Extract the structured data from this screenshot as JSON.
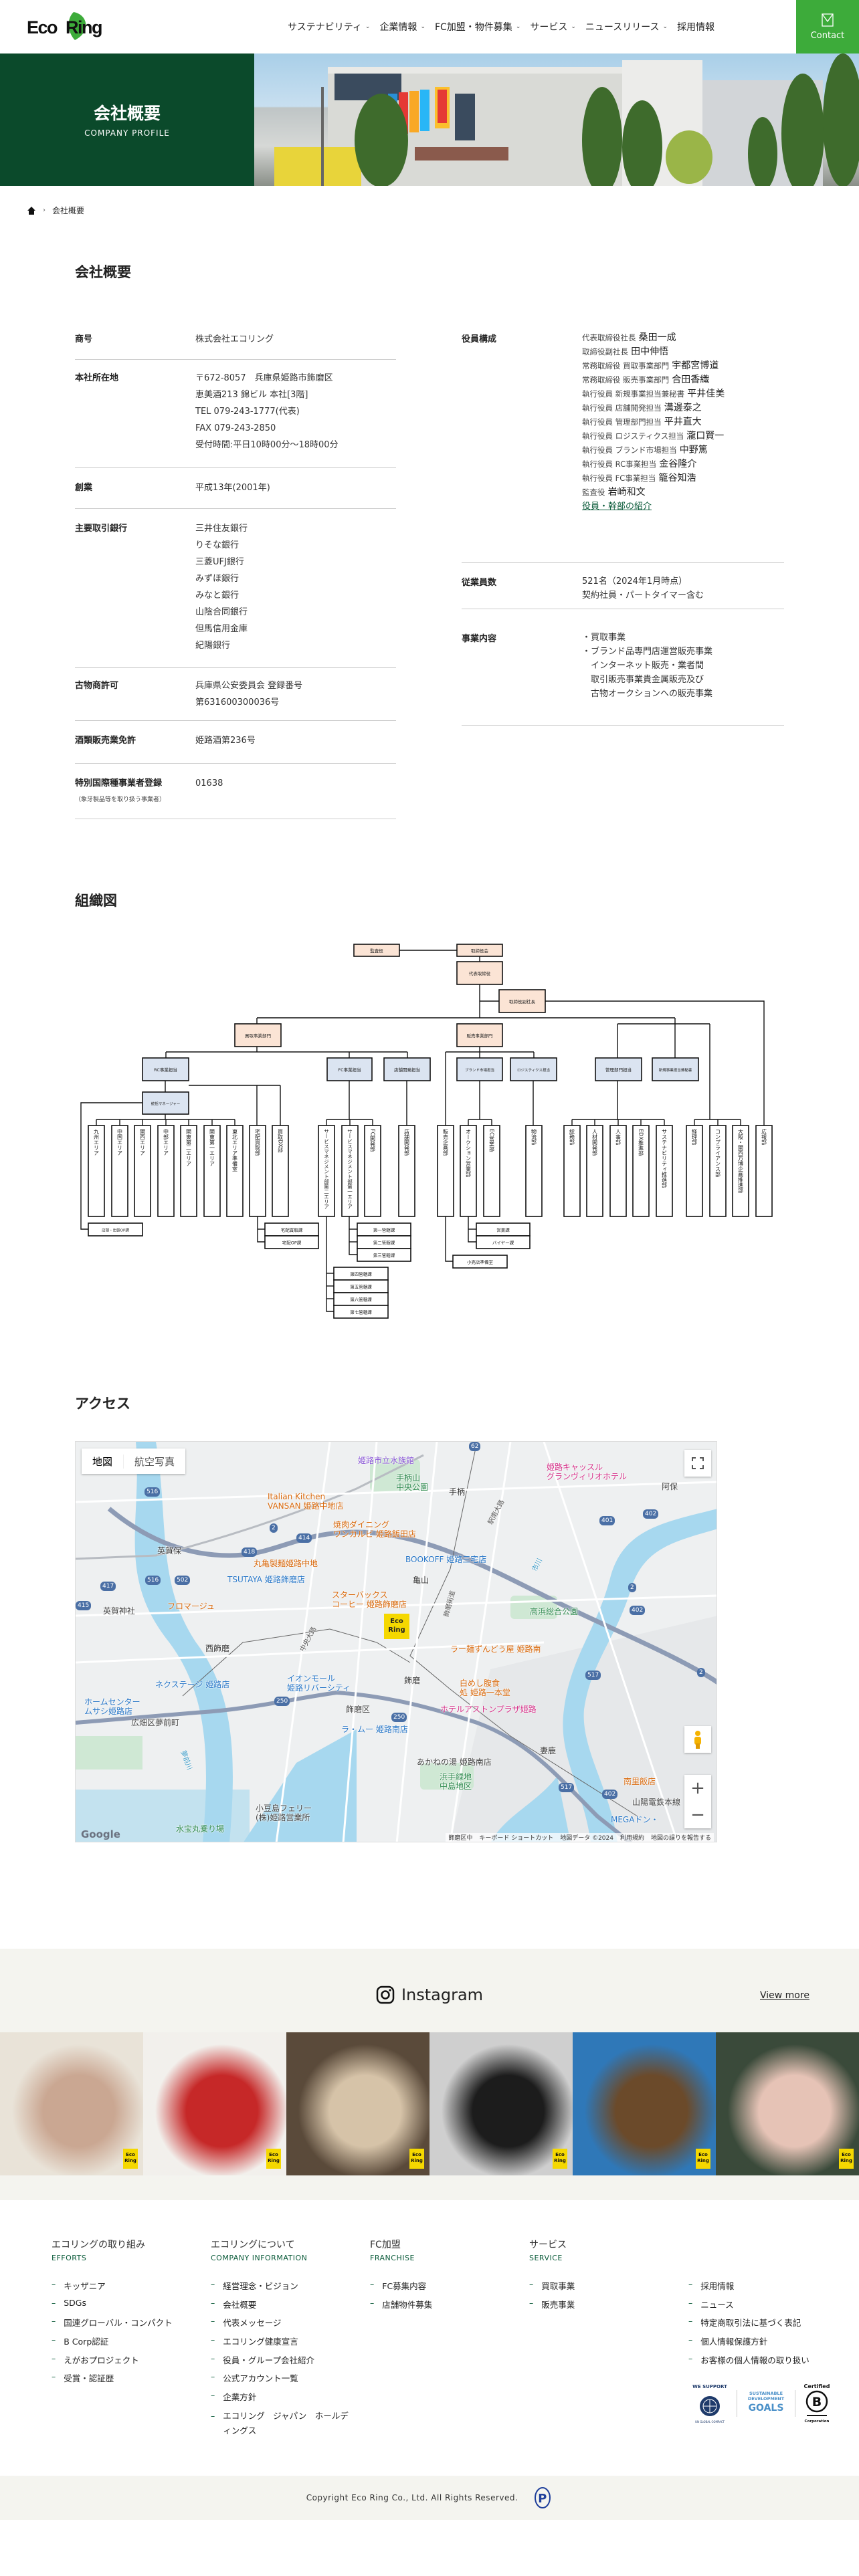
{
  "header": {
    "logo_text": "EcoRing",
    "nav": [
      {
        "label": "サステナビリティ",
        "has_dropdown": true
      },
      {
        "label": "企業情報",
        "has_dropdown": true
      },
      {
        "label": "FC加盟・物件募集",
        "has_dropdown": true
      },
      {
        "label": "サービス",
        "has_dropdown": true
      },
      {
        "label": "ニュースリリース",
        "has_dropdown": true
      },
      {
        "label": "採用情報",
        "has_dropdown": false
      }
    ],
    "contact_label": "Contact",
    "accent": "#3dab3a"
  },
  "hero": {
    "title": "会社概要",
    "subtitle": "COMPANY PROFILE",
    "panel_color": "#0b4a2b"
  },
  "breadcrumb": {
    "current": "会社概要"
  },
  "profile": {
    "title": "会社概要",
    "left_rows": [
      {
        "label": "商号",
        "lines": [
          "株式会社エコリング"
        ]
      },
      {
        "label": "本社所在地",
        "lines": [
          "〒672-8057　兵庫県姫路市飾磨区",
          "恵美酒213 錦ビル 本社[3階]",
          "TEL 079-243-1777(代表)",
          "FAX 079-243-2850",
          "受付時間:平日10時00分〜18時00分"
        ]
      },
      {
        "label": "創業",
        "lines": [
          "平成13年(2001年)"
        ]
      },
      {
        "label": "主要取引銀行",
        "lines": [
          "三井住友銀行",
          "りそな銀行",
          "三菱UFJ銀行",
          "みずほ銀行",
          "みなと銀行",
          "山陰合同銀行",
          "但馬信用金庫",
          "紀陽銀行"
        ]
      },
      {
        "label": "古物商許可",
        "lines": [
          "兵庫県公安委員会 登録番号",
          "第631600300036号"
        ]
      },
      {
        "label": "酒類販売業免許",
        "lines": [
          "姫路酒第236号"
        ]
      },
      {
        "label": "特別国際種事業者登録",
        "note": "（象牙製品等を取り扱う事業者）",
        "lines": [
          "01638"
        ]
      }
    ],
    "officers": {
      "label": "役員構成",
      "items": [
        {
          "role": "代表取締役社長",
          "name": "桑田一成"
        },
        {
          "role": "取締役副社長",
          "name": "田中伸悟"
        },
        {
          "role": "常務取締役 買取事業部門",
          "name": "宇都宮博道"
        },
        {
          "role": "常務取締役 販売事業部門",
          "name": "合田香織"
        },
        {
          "role": "執行役員 新規事業担当兼秘書",
          "name": "平井佳美"
        },
        {
          "role": "執行役員 店舗開発担当",
          "name": "溝邊泰之"
        },
        {
          "role": "執行役員 管理部門担当",
          "name": "平井直大"
        },
        {
          "role": "執行役員 ロジスティクス担当",
          "name": "瀧口賢一"
        },
        {
          "role": "執行役員 ブランド市場担当",
          "name": "中野篤"
        },
        {
          "role": "執行役員 RC事業担当",
          "name": "金谷隆介"
        },
        {
          "role": "執行役員 FC事業担当",
          "name": "籠谷知浩"
        },
        {
          "role": "監査役",
          "name": "岩崎和文"
        }
      ],
      "link": "役員・幹部の紹介"
    },
    "employees": {
      "label": "従業員数",
      "lines": [
        "521名（2024年1月時点）",
        "契約社員・パートタイマー含む"
      ]
    },
    "business": {
      "label": "事業内容",
      "lines": [
        "・買取事業",
        "・ブランド品専門店運営販売事業",
        "　インターネット販売・業者間",
        "　取引販売事業貴金属販売及び",
        "　古物オークションへの販売事業"
      ]
    }
  },
  "org": {
    "title": "組織図",
    "nodes": [
      "監査役",
      "取締役会",
      "代表取締役",
      "取締役副社長",
      "買取事業部門",
      "販売事業部門",
      "RC事業担当",
      "FC事業担当",
      "店舗開発担当",
      "ブランド市場担当",
      "ロジスティクス担当",
      "管理部門担当",
      "新規事業担当兼秘書",
      "統括マネージャー",
      "九州エリア",
      "中国エリア",
      "関西エリア",
      "中部エリア",
      "関東第二エリア",
      "関東第一エリア",
      "東北エリア準備室",
      "宅配買取部",
      "買取DX部",
      "サービスマネジメント部第二エリア",
      "サービスマネジメント部第一エリア",
      "FC開発部",
      "店舗開発部",
      "販売企画部",
      "オークション営業部",
      "EC営業部",
      "物流部",
      "総務部",
      "人材開発部",
      "人事部",
      "EDX推進部",
      "サステナビリティ推進部",
      "経理部",
      "コンプライアンス部",
      "大阪・関西万博企画推進部",
      "広報部",
      "店頭・出張OP課",
      "宅配買取課",
      "宅配OP課",
      "第一管轄課",
      "第二管轄課",
      "第三管轄課",
      "第四管轄課",
      "第五管轄課",
      "第六管轄課",
      "第七管轄課",
      "営業課",
      "バイヤー課",
      "小売店準備室"
    ],
    "colors": {
      "exec": "#fbe4d5",
      "manager": "#dbe4f1",
      "dept": "#ffffff"
    }
  },
  "access": {
    "title": "アクセス",
    "map_type": [
      "地図",
      "航空写真"
    ],
    "labels": [
      {
        "text": "姫路市立水族館",
        "kind": "poi-purple"
      },
      {
        "text": "手柄山\n中央公園",
        "kind": "park"
      },
      {
        "text": "手柄",
        "kind": "station"
      },
      {
        "text": "姫路キャッスル\nグランヴィリオホテル",
        "kind": "hotel"
      },
      {
        "text": "阿保",
        "kind": "area"
      },
      {
        "text": "Italian Kitchen\nVANSAN 姫路中地店",
        "kind": "food"
      },
      {
        "text": "焼肉ダイニング\nワンカルビ 姫路飯田店",
        "kind": "food"
      },
      {
        "text": "英賀保",
        "kind": "station"
      },
      {
        "text": "丸亀製麺姫路中地",
        "kind": "food"
      },
      {
        "text": "TSUTAYA 姫路飾磨店",
        "kind": "shop"
      },
      {
        "text": "BOOKOFF 姫路三宅店",
        "kind": "shop"
      },
      {
        "text": "亀山",
        "kind": "station"
      },
      {
        "text": "英賀神社",
        "kind": "area"
      },
      {
        "text": "フロマージュ",
        "kind": "food"
      },
      {
        "text": "スターバックス\nコーヒー 姫路飾磨店",
        "kind": "food"
      },
      {
        "text": "高浜総合公園",
        "kind": "park"
      },
      {
        "text": "西飾磨",
        "kind": "station"
      },
      {
        "text": "ラー麺ずんどう屋 姫路南",
        "kind": "food"
      },
      {
        "text": "ネクステージ 姫路店",
        "kind": "shop"
      },
      {
        "text": "イオンモール\n姫路リバーシティ",
        "kind": "shop"
      },
      {
        "text": "飾磨",
        "kind": "station"
      },
      {
        "text": "白めし腹食\n処 姫路一本堂",
        "kind": "food"
      },
      {
        "text": "ホームセンター\nムサシ姫路店",
        "kind": "shop"
      },
      {
        "text": "広畑区夢前町",
        "kind": "area"
      },
      {
        "text": "飾磨区",
        "kind": "area"
      },
      {
        "text": "ホテルアストンプラザ姫路",
        "kind": "hotel"
      },
      {
        "text": "ラ・ムー 姫路南店",
        "kind": "shop"
      },
      {
        "text": "妻鹿",
        "kind": "station"
      },
      {
        "text": "あかねの湯 姫路南店",
        "kind": "area"
      },
      {
        "text": "浜手緑地\n中島地区",
        "kind": "park"
      },
      {
        "text": "南里飯店",
        "kind": "food"
      },
      {
        "text": "山陽電鉄本線",
        "kind": "area"
      },
      {
        "text": "小豆島フェリー\n(株)姫路営業所",
        "kind": "area"
      },
      {
        "text": "水宝丸乗り場",
        "kind": "park"
      },
      {
        "text": "MEGAドン・",
        "kind": "shop"
      },
      {
        "text": "中央大路",
        "kind": "road"
      },
      {
        "text": "飾磨街道",
        "kind": "road"
      },
      {
        "text": "駅南大路",
        "kind": "road"
      },
      {
        "text": "市川",
        "kind": "river"
      },
      {
        "text": "夢前川",
        "kind": "river"
      }
    ],
    "route_numbers": [
      "516",
      "2",
      "414",
      "418",
      "502",
      "417",
      "415",
      "516",
      "250",
      "250",
      "402",
      "401",
      "402",
      "517",
      "517",
      "402",
      "2",
      "2",
      "62"
    ],
    "marker": {
      "line1": "Eco",
      "line2": "Ring"
    },
    "google": "Google",
    "attribution": [
      "飾磨区中",
      "キーボード ショートカット",
      "地図データ ©2024",
      "利用規約",
      "地図の誤りを報告する"
    ],
    "label_colors": {
      "poi-purple": "#8a57d6",
      "park": "#2e8a4e",
      "station": "#333333",
      "hotel": "#d6338a",
      "area": "#444444",
      "food": "#d9690c",
      "shop": "#2a78c8",
      "road": "#555555",
      "river": "#3d9bc7"
    }
  },
  "instagram": {
    "title": "Instagram",
    "view_more": "View more",
    "badge": {
      "line1": "Eco",
      "line2": "Ring"
    },
    "photos": [
      {
        "colors": [
          "#e9e3d8",
          "#caa792"
        ]
      },
      {
        "colors": [
          "#f2f0ec",
          "#c62828"
        ]
      },
      {
        "colors": [
          "#5a4a3a",
          "#d6c3a8"
        ]
      },
      {
        "colors": [
          "#cfcfcf",
          "#1c1c1c"
        ]
      },
      {
        "colors": [
          "#2f78b8",
          "#6b4a2a"
        ]
      },
      {
        "colors": [
          "#3a4a3a",
          "#e6c3b6"
        ]
      }
    ]
  },
  "footer": {
    "columns": [
      {
        "title": "エコリングの取り組み",
        "sub": "EFFORTS",
        "items": [
          "キッザニア",
          "SDGs",
          "国連グローバル・コンパクト",
          "B Corp認証",
          "えがおプロジェクト",
          "受賞・認証歴"
        ]
      },
      {
        "title": "エコリングについて",
        "sub": "COMPANY INFORMATION",
        "items": [
          "経営理念・ビジョン",
          "会社概要",
          "代表メッセージ",
          "エコリング健康宣言",
          "役員・グループ会社紹介",
          "公式アカウント一覧",
          "企業方針",
          "エコリング　ジャパン　ホールディングス"
        ]
      },
      {
        "title": "FC加盟",
        "sub": "FRANCHISE",
        "items": [
          "FC募集内容",
          "店舗物件募集"
        ]
      },
      {
        "title": "サービス",
        "sub": "SERVICE",
        "items": [
          "買取事業",
          "販売事業"
        ]
      }
    ],
    "misc_links": [
      "採用情報",
      "ニュース",
      "特定商取引法に基づく表記",
      "個人情報保護方針",
      "お客様の個人情報の取り扱い"
    ],
    "logos": {
      "ungc": {
        "top": "WE SUPPORT",
        "ring": "UN GLOBAL COMPACT"
      },
      "sdgs": {
        "l1": "SUSTAINABLE",
        "l2": "DEVELOPMENT",
        "l3": "GOALS"
      },
      "bcorp": {
        "top": "Certified",
        "letter": "B",
        "bottom": "Corporation"
      }
    },
    "copyright": "Copyright Eco Ring Co., Ltd. All Rights Reserved.",
    "privacy_mark": "P"
  }
}
